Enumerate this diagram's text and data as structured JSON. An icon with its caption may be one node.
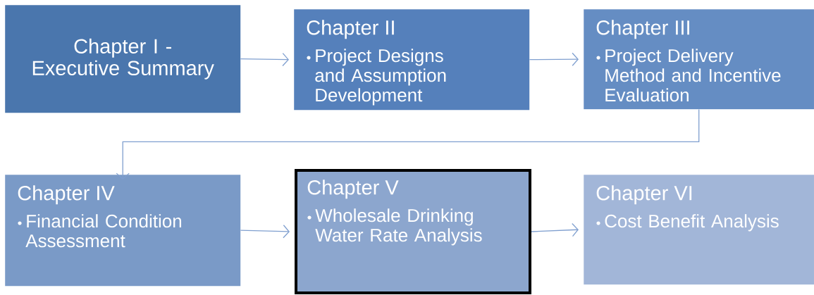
{
  "diagram": {
    "nodes": [
      {
        "text": [
          "Chapter I - Executive Summary"
        ]
      },
      {
        "text": [
          "Chapter II",
          "Project Designs and Assumption Development"
        ]
      },
      {
        "text": [
          "Chapter III",
          "Project Delivery Method and Incentive Evaluation"
        ]
      },
      {
        "text": [
          "Chapter IV",
          "Financial Condition Assessment"
        ]
      },
      {
        "text": [
          "Chapter V",
          "Wholesale Drinking Water Rate Analysis"
        ]
      },
      {
        "text": [
          "Chapter VI",
          "Cost Benefit Analysis"
        ]
      }
    ],
    "edges": [
      {
        "from": 0,
        "to": 1,
        "arrow": "to"
      },
      {
        "from": 1,
        "to": 2,
        "arrow": "to"
      },
      {
        "from": 2,
        "to": 3,
        "arrow": "to"
      },
      {
        "from": 3,
        "to": 4,
        "arrow": "to"
      },
      {
        "from": 4,
        "to": 5,
        "arrow": "to"
      }
    ]
  }
}
